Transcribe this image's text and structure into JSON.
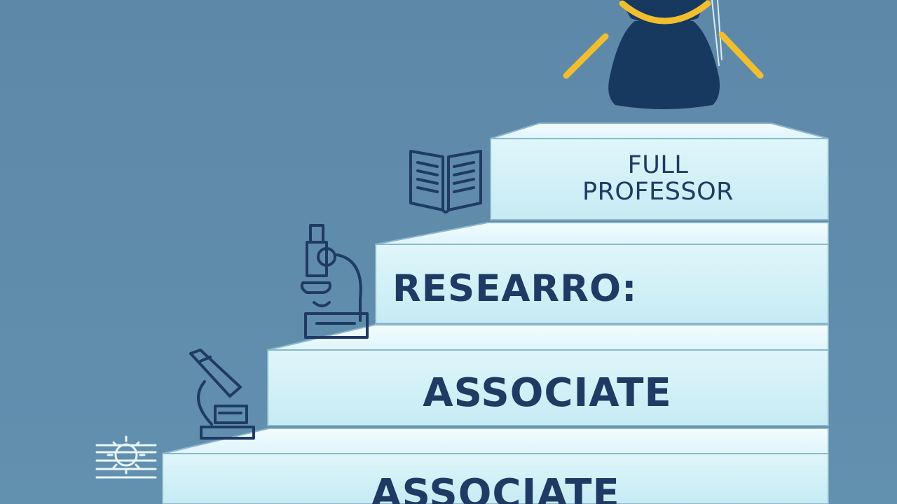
{
  "steps": [
    {
      "id": "full-professor",
      "label": "FULL\nPROFESSOR"
    },
    {
      "id": "research",
      "label": "RESEARRO:"
    },
    {
      "id": "associate",
      "label": "ASSOCIATE"
    },
    {
      "id": "associate-lower",
      "label": "ASSOCIATE"
    }
  ],
  "icons": [
    {
      "name": "book-icon",
      "step": "full-professor"
    },
    {
      "name": "microscope-icon",
      "step": "research"
    },
    {
      "name": "microscope-small-icon",
      "step": "associate"
    },
    {
      "name": "sun-list-icon",
      "step": "associate-lower"
    }
  ],
  "colors": {
    "background": "#5f8aa9",
    "step_face": "#cfeff6",
    "step_top": "#e8f8fb",
    "text": "#1f3b63",
    "cap": "#17385f",
    "accent": "#f0be2f"
  }
}
